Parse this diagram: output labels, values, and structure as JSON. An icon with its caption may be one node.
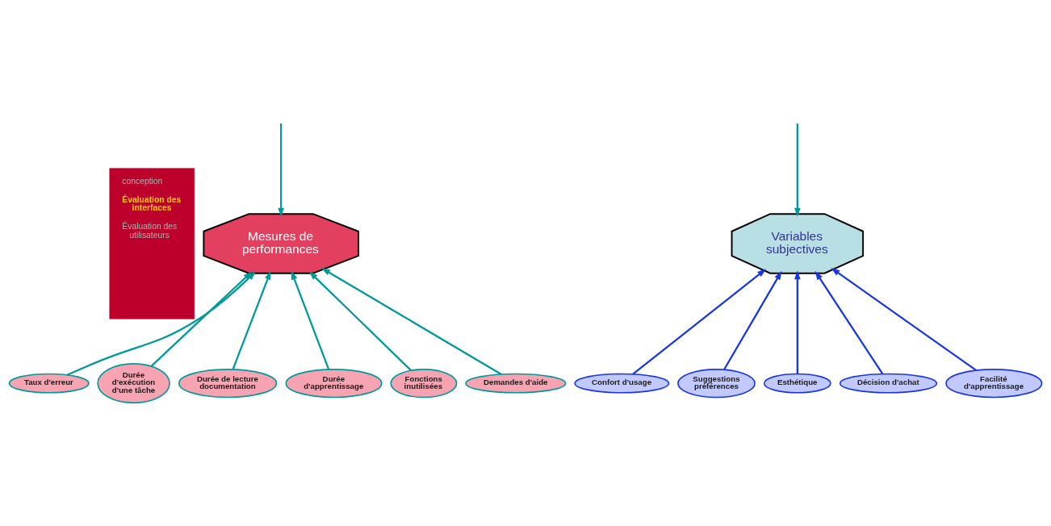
{
  "diagram": {
    "nodes": [
      {
        "text": [
          "conception",
          "Évaluation des interfaces",
          "Évaluation des utilisateurs"
        ]
      },
      {
        "text": [
          "Mesures de performances"
        ]
      },
      {
        "text": [
          "Taux d'erreur"
        ]
      },
      {
        "text": [
          "Durée d'exécution d'une tâche"
        ]
      },
      {
        "text": [
          "Durée de lecture documentation"
        ]
      },
      {
        "text": [
          "Durée d'apprentissage"
        ]
      },
      {
        "text": [
          "Fonctions inutilisées"
        ]
      },
      {
        "text": [
          "Demandes d'aide"
        ]
      },
      {
        "text": [
          "Variables subjectives"
        ]
      },
      {
        "text": [
          "Confort d'usage"
        ]
      },
      {
        "text": [
          "Suggestions préférences"
        ]
      },
      {
        "text": [
          "Esthétique"
        ]
      },
      {
        "text": [
          "Décision d'achat"
        ]
      },
      {
        "text": [
          "Facilité d'apprentissage"
        ]
      }
    ],
    "edges": [
      {
        "from": null,
        "to": 1,
        "arrow": "to"
      },
      {
        "from": null,
        "to": 8,
        "arrow": "to"
      },
      {
        "from": 2,
        "to": 1,
        "arrow": "to"
      },
      {
        "from": 3,
        "to": 1,
        "arrow": "to"
      },
      {
        "from": 4,
        "to": 1,
        "arrow": "to"
      },
      {
        "from": 5,
        "to": 1,
        "arrow": "to"
      },
      {
        "from": 6,
        "to": 1,
        "arrow": "to"
      },
      {
        "from": 7,
        "to": 1,
        "arrow": "to"
      },
      {
        "from": 9,
        "to": 8,
        "arrow": "to",
        "color": "#1a35e8"
      },
      {
        "from": 10,
        "to": 8,
        "arrow": "to",
        "color": "#1a35e8"
      },
      {
        "from": 11,
        "to": 8,
        "arrow": "to",
        "color": "#1a35e8"
      },
      {
        "from": 12,
        "to": 8,
        "arrow": "to",
        "color": "#1a35e8"
      },
      {
        "from": 13,
        "to": 8,
        "arrow": "to",
        "color": "#1a35e8"
      }
    ]
  }
}
